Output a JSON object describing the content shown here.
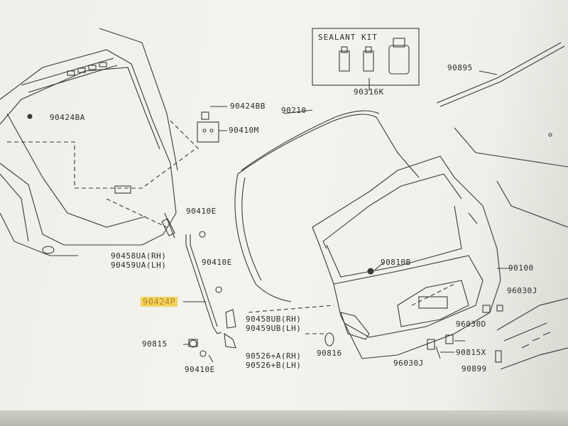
{
  "labels": {
    "sealant_kit": "SEALANT KIT",
    "p90316K": "90316K",
    "p90895": "90895",
    "p90424BB": "90424BB",
    "p90410M": "90410M",
    "p90210": "90210",
    "p90424BA": "90424BA",
    "p90410E_a": "90410E",
    "p90458UA": "90458UA(RH)",
    "p90459UA": "90459UA(LH)",
    "p90410E_b": "90410E",
    "p90424P": "90424P",
    "p90810B": "90810B",
    "p90100": "90100",
    "p96030J_a": "96030J",
    "p90458UB": "90458UB(RH)",
    "p90459UB": "90459UB(LH)",
    "p96030D": "96030D",
    "p90815": "90815",
    "p90816": "90816",
    "p90815X": "90815X",
    "p90526A": "90526+A(RH)",
    "p90526B": "90526+B(LH)",
    "p96030J_b": "96030J",
    "p90899": "90899",
    "p90410E_c": "90410E"
  },
  "highlight_color": "#f2d45c"
}
